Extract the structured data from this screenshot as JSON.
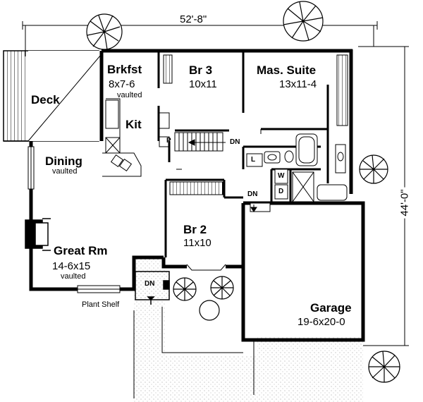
{
  "dimensions": {
    "width_label": "52'-8\"",
    "depth_label": "44'-0\""
  },
  "rooms": {
    "deck": {
      "name": "Deck"
    },
    "brkfst": {
      "name": "Brkfst",
      "size": "8x7-6",
      "note": "vaulted"
    },
    "kit": {
      "name": "Kit"
    },
    "br3": {
      "name": "Br 3",
      "size": "10x11"
    },
    "mas_suite": {
      "name": "Mas. Suite",
      "size": "13x11-4"
    },
    "dining": {
      "name": "Dining",
      "note": "vaulted"
    },
    "br2": {
      "name": "Br 2",
      "size": "11x10"
    },
    "great_rm": {
      "name": "Great Rm",
      "size": "14-6x15",
      "note": "vaulted"
    },
    "garage": {
      "name": "Garage",
      "size": "19-6x20-0"
    }
  },
  "fixtures": {
    "pantry": "P",
    "linen": "L",
    "washer": "W",
    "dryer": "D",
    "stair_down": "DN",
    "garage_step_down": "DN",
    "porch_step_down": "DN",
    "plant_shelf": "Plant Shelf"
  }
}
